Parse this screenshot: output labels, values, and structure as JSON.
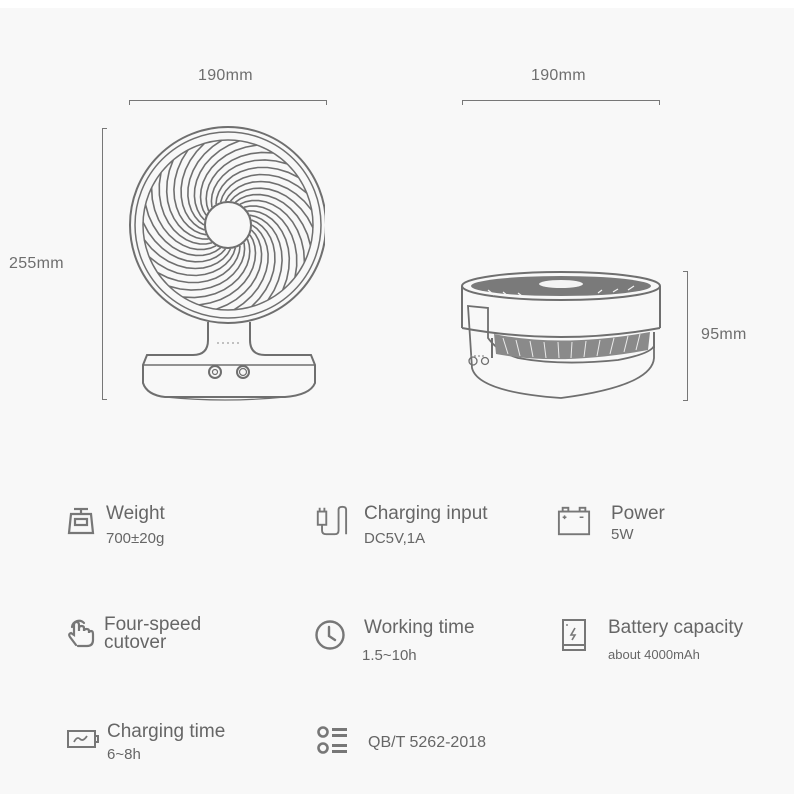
{
  "dimensions": {
    "front_width": "190mm",
    "front_height": "255mm",
    "side_width": "190mm",
    "side_height": "95mm"
  },
  "specs": [
    {
      "id": "weight",
      "icon": "scale-icon",
      "title": "Weight",
      "value": "700±20g"
    },
    {
      "id": "charging-input",
      "icon": "charger-plug-icon",
      "title": "Charging input",
      "value": "DC5V,1A"
    },
    {
      "id": "power",
      "icon": "battery-terminals-icon",
      "title": "Power",
      "value": "5W"
    },
    {
      "id": "four-speed",
      "icon": "hand-tap-icon",
      "title": "Four-speed",
      "title2": "cutover"
    },
    {
      "id": "working-time",
      "icon": "clock-icon",
      "title": "Working time",
      "value": "1.5~10h"
    },
    {
      "id": "battery-capacity",
      "icon": "battery-pack-icon",
      "title": "Battery capacity",
      "value": "about 4000mAh"
    },
    {
      "id": "charging-time",
      "icon": "charging-battery-icon",
      "title": "Charging time",
      "value": "6~8h"
    },
    {
      "id": "standard",
      "icon": "list-icon",
      "value": "QB/T 5262-2018"
    }
  ],
  "colors": {
    "background": "#f8f8f8",
    "line": "#777777",
    "text": "#666666"
  }
}
